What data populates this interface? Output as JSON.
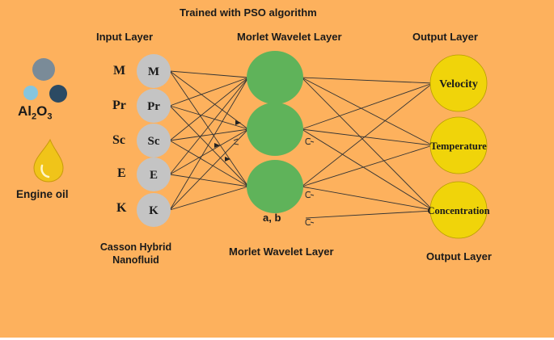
{
  "title": "Trained with PSO algorithm",
  "headers": {
    "input": "Input Layer",
    "hidden": "Morlet Wavelet Layer",
    "output": "Output Layer"
  },
  "left_panel": {
    "formula": {
      "base1": "Al",
      "sub1": "2",
      "base2": "O",
      "sub2": "3"
    },
    "engine_oil": "Engine oil",
    "fluid_line1": "Casson Hybrid",
    "fluid_line2": "Nanofluid",
    "dot_colors": [
      "#7a8b98",
      "#86c5de",
      "#2b4a63"
    ],
    "drop_color": "#f0c419"
  },
  "inputs": [
    {
      "label": "M",
      "node": "M"
    },
    {
      "label": "Pr",
      "node": "Pr"
    },
    {
      "label": "Sc",
      "node": "Sc"
    },
    {
      "label": "E",
      "node": "E"
    },
    {
      "label": "K",
      "node": "K"
    }
  ],
  "hidden_params": "a, b",
  "outputs": [
    "Velocity",
    "Temperature",
    "Concentration"
  ],
  "bottom_captions": {
    "hidden": "Morlet Wavelet Layer",
    "output": "Output Layer"
  },
  "colors": {
    "background": "#fdb15d",
    "input_node": "#c4c4c4",
    "hidden_node": "#5fb35a",
    "output_node": "#f0d40a",
    "line": "#333333"
  }
}
